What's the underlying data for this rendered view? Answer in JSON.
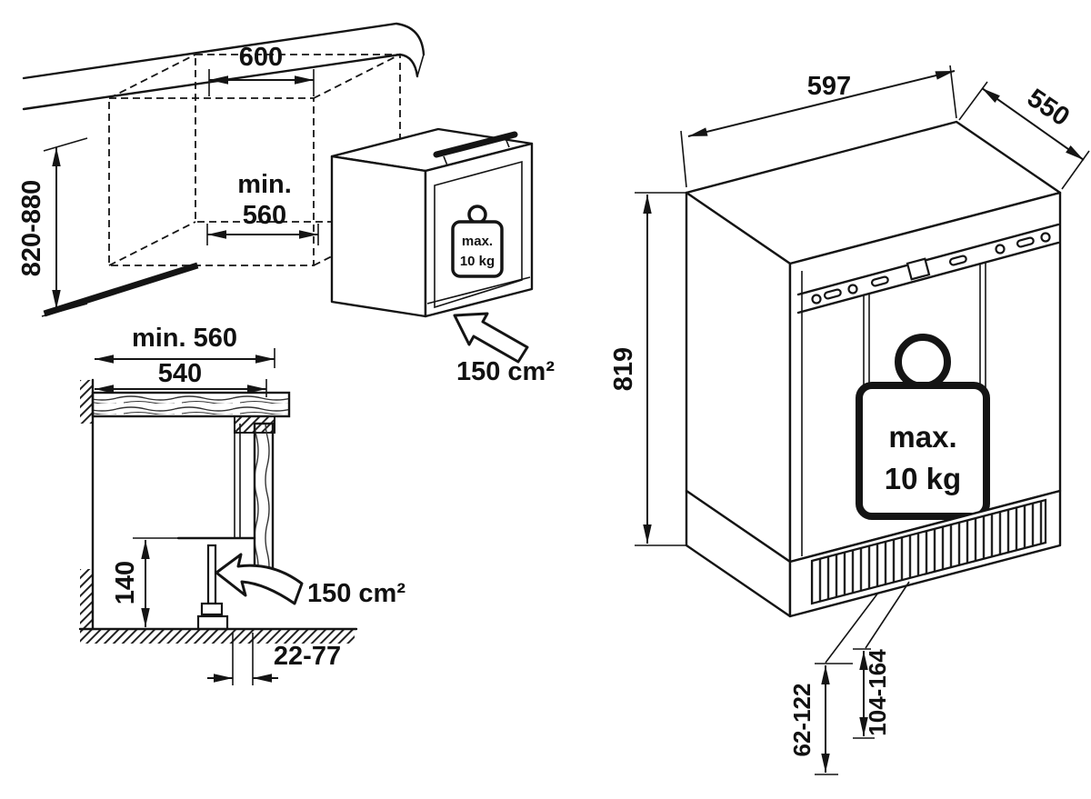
{
  "palette": {
    "ink": "#141414",
    "paper": "#ffffff"
  },
  "niche_view": {
    "top_width": "600",
    "depth_min_label": "min.",
    "depth_min_value": "560",
    "height_range": "820-880",
    "vent_area": "150 cm²",
    "weight_max_label": "max.",
    "weight_max_value": "10 kg"
  },
  "section_view": {
    "recess_min_width": "min. 560",
    "worktop_depth": "540",
    "plinth_height": "140",
    "foot_adjust_range": "22-77",
    "vent_area": "150 cm²"
  },
  "appliance_view": {
    "width": "597",
    "depth": "550",
    "height": "819",
    "plinth_recess_range": "62-122",
    "plinth_height_range": "104-164",
    "weight_max_label": "max.",
    "weight_max_value": "10 kg"
  }
}
